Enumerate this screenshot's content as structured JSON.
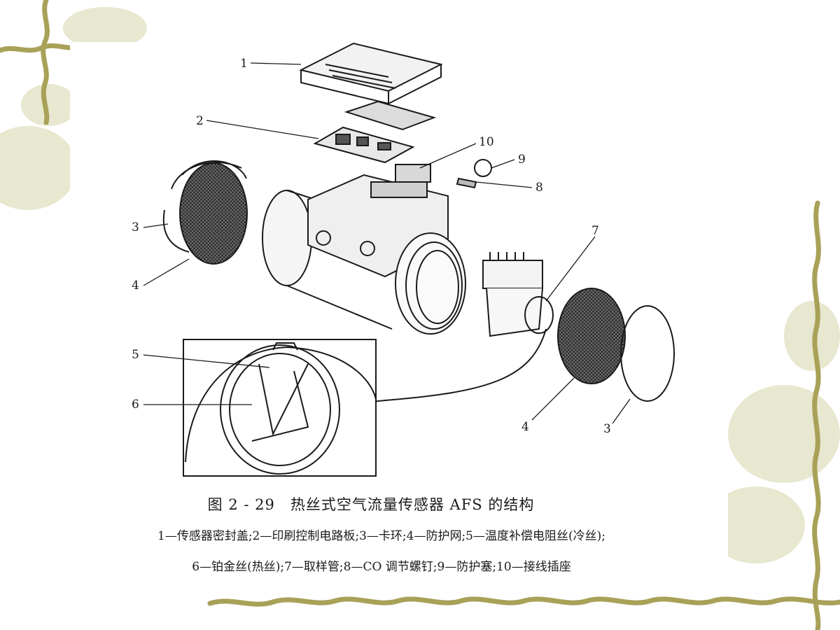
{
  "diagram": {
    "callouts": {
      "c1": "1",
      "c2": "2",
      "c3a": "3",
      "c4a": "4",
      "c10": "10",
      "c9": "9",
      "c8": "8",
      "c7": "7",
      "c5": "5",
      "c6": "6",
      "c4b": "4",
      "c3b": "3"
    }
  },
  "caption": {
    "title": "图 2 - 29　热丝式空气流量传感器 AFS 的结构",
    "legend_line1": "1—传感器密封盖;2—印刷控制电路板;3—卡环;4—防护网;5—温度补偿电阻丝(冷丝);",
    "legend_line2": "6—铂金丝(热丝);7—取样管;8—CO 调节螺钉;9—防护塞;10—接线插座"
  },
  "theme": {
    "vine_color": "#a8a158",
    "leaf_color": "#e4e3c8",
    "ink_color": "#1a1a1a"
  }
}
